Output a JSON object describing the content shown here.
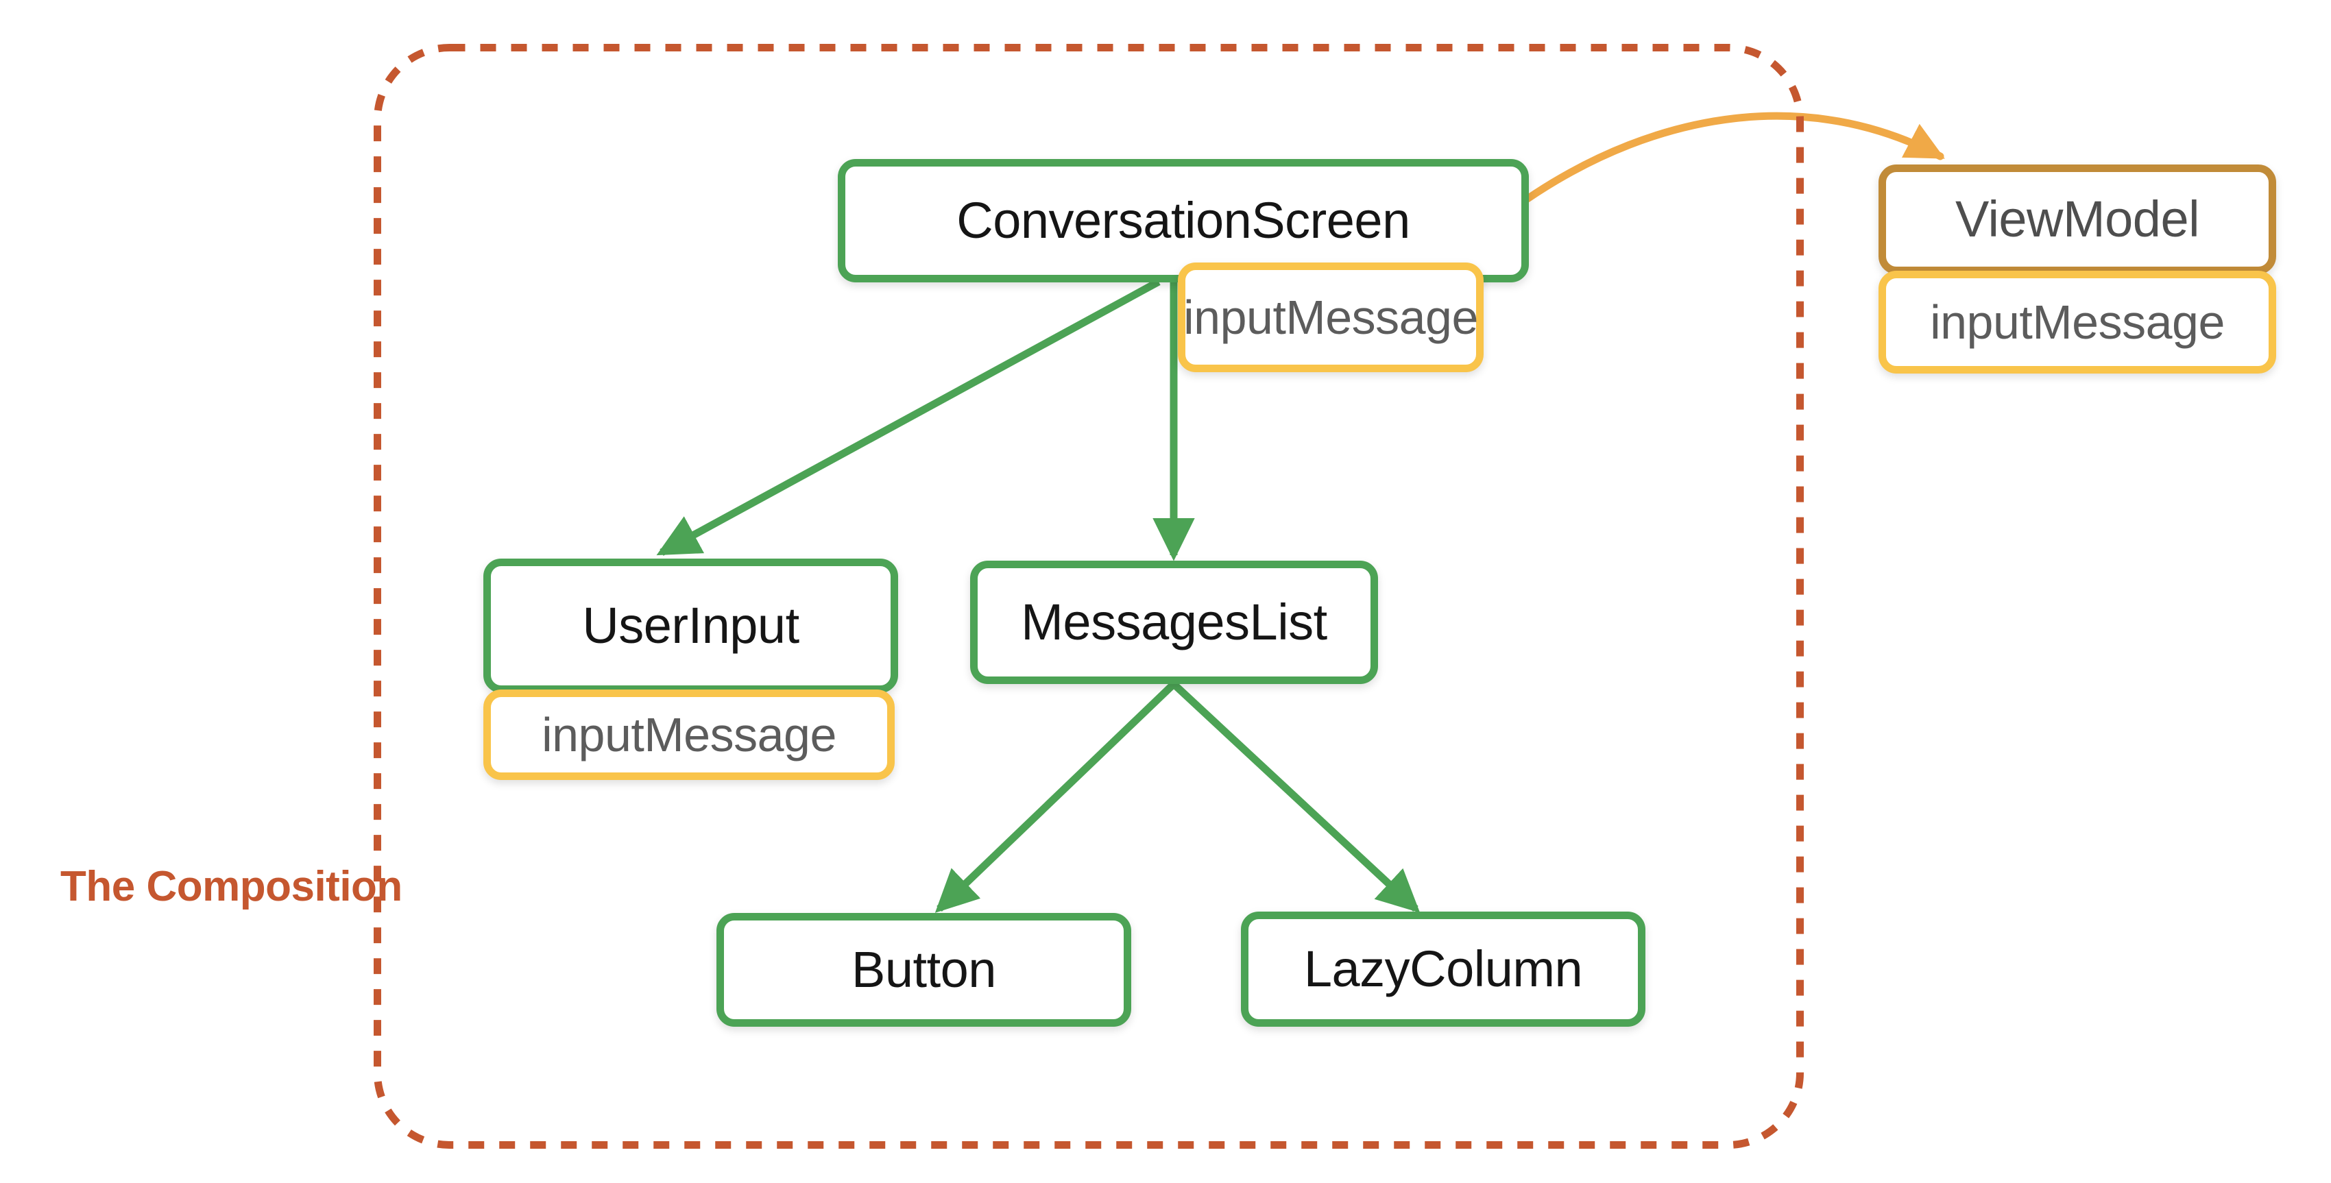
{
  "diagram": {
    "caption": "The Composition",
    "colors": {
      "composition_boundary": "#C5572F",
      "composable_border": "#4CA355",
      "state_border": "#F9C44A",
      "viewmodel_border": "#C18B38",
      "composable_edge": "#4CA355",
      "viewmodel_edge": "#F0A947",
      "canvas": "#FFFFFF",
      "node_fill": "#FFFFFF",
      "composable_text": "#151515",
      "state_text": "#5C5C5C",
      "viewmodel_text": "#4E4E4E"
    }
  },
  "nodes": {
    "conversation_screen": {
      "label": "ConversationScreen",
      "kind": "composable"
    },
    "conversation_screen_state": {
      "label": "inputMessage",
      "kind": "state"
    },
    "user_input": {
      "label": "UserInput",
      "kind": "composable"
    },
    "user_input_state": {
      "label": "inputMessage",
      "kind": "state"
    },
    "messages_list": {
      "label": "MessagesList",
      "kind": "composable"
    },
    "button": {
      "label": "Button",
      "kind": "composable"
    },
    "lazy_column": {
      "label": "LazyColumn",
      "kind": "composable"
    },
    "view_model": {
      "label": "ViewModel",
      "kind": "viewmodel"
    },
    "view_model_state": {
      "label": "inputMessage",
      "kind": "state"
    }
  },
  "edges": [
    {
      "from": "conversation_screen",
      "to": "user_input",
      "style": "solid",
      "color": "#4CA355"
    },
    {
      "from": "conversation_screen",
      "to": "messages_list",
      "style": "solid",
      "color": "#4CA355"
    },
    {
      "from": "messages_list",
      "to": "button",
      "style": "solid",
      "color": "#4CA355"
    },
    {
      "from": "messages_list",
      "to": "lazy_column",
      "style": "solid",
      "color": "#4CA355"
    },
    {
      "from": "conversation_screen",
      "to": "view_model",
      "style": "curved",
      "color": "#F0A947"
    }
  ]
}
